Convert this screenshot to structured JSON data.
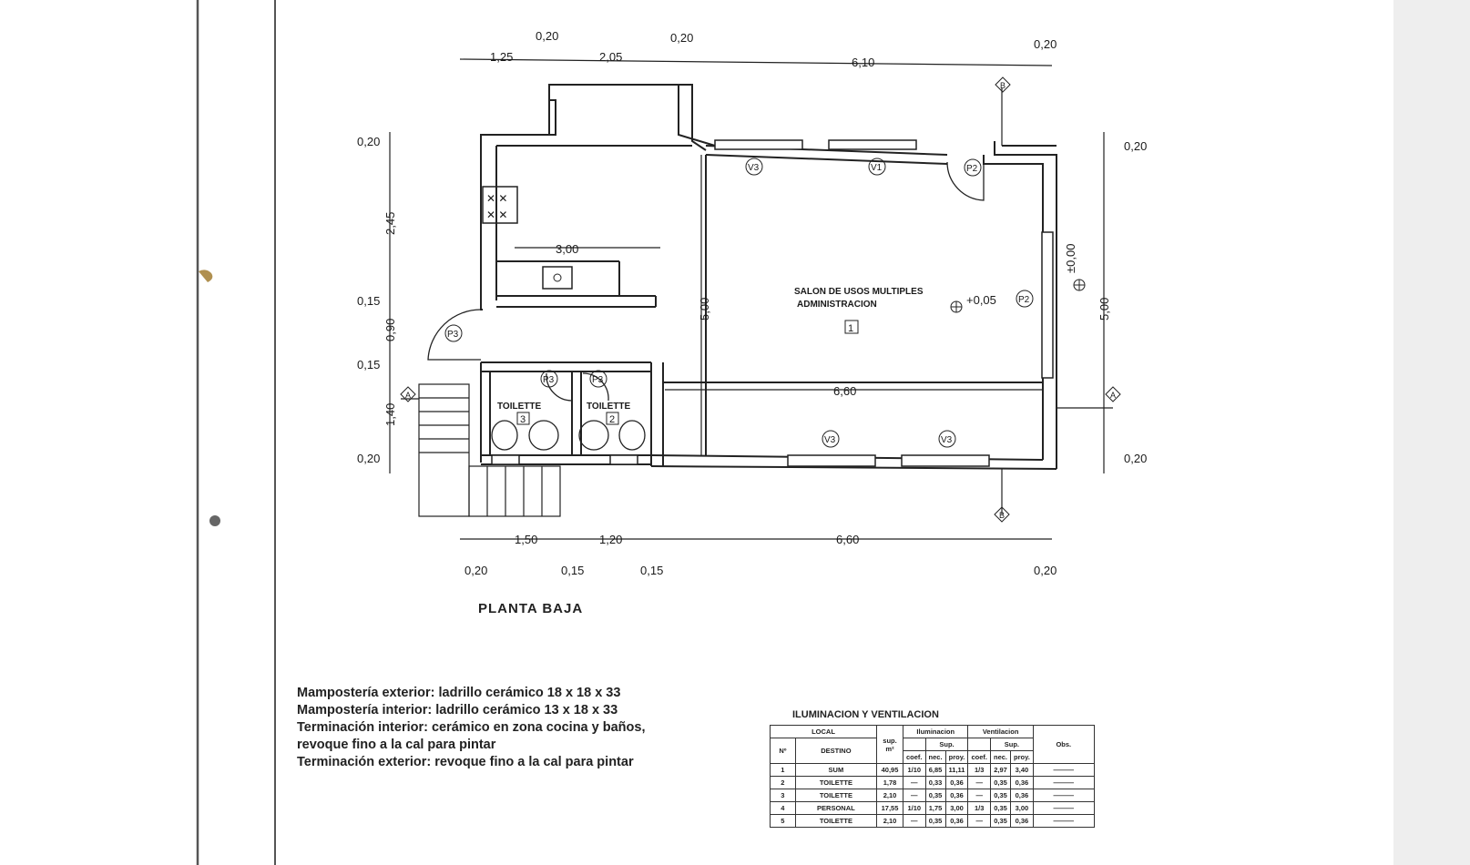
{
  "plan": {
    "title": "PLANTA BAJA",
    "room_label_line1": "SALON DE USOS MULTIPLES",
    "room_label_line2": "ADMINISTRACION",
    "room_number": "1",
    "toilet_label": "TOILETTE",
    "toilet_numbers": [
      "3",
      "2"
    ],
    "level_main": "+0,05",
    "level_exterior": "±0,00",
    "top_dims": [
      "1,25",
      "2,05",
      "6,10"
    ],
    "top_wall_dims": [
      "0,20",
      "0,20",
      "0,20"
    ],
    "bottom_dims": [
      "1,50",
      "1,20",
      "6,60"
    ],
    "bottom_wall_dims": [
      "0,20",
      "0,15",
      "0,15",
      "0,20"
    ],
    "left_dims": [
      "0,20",
      "2,45",
      "0,15",
      "0,90",
      "0,15",
      "1,40",
      "0,20"
    ],
    "right_dims": [
      "0,20",
      "5,00",
      "0,20"
    ],
    "interior_dims": [
      "3,00",
      "5,00",
      "6,60"
    ],
    "window_tags": [
      "V3",
      "V1",
      "V3",
      "V3"
    ],
    "door_tags": [
      "P2",
      "P3",
      "P2",
      "P3",
      "P3"
    ],
    "section_tags": [
      "B",
      "B",
      "A",
      "A"
    ]
  },
  "notes": {
    "lines": [
      "Mampostería exterior: ladrillo cerámico 18 x 18 x 33",
      "Mampostería interior: ladrillo cerámico 13 x 18 x 33",
      "Terminación interior: cerámico en zona cocina y baños,",
      "revoque fino a la cal para pintar",
      "Terminación exterior: revoque fino a la cal para pintar"
    ]
  },
  "table": {
    "title": "ILUMINACION Y VENTILACION",
    "header_local": "LOCAL",
    "header_nro": "Nº",
    "header_destino": "DESTINO",
    "header_sup": "sup.",
    "header_sup_unit": "m²",
    "header_ilum": "Iluminacion",
    "header_vent": "Ventilacion",
    "header_sup_sub": "Sup.",
    "header_coef": "coef.",
    "header_nec": "nec.",
    "header_proy": "proy.",
    "header_obs": "Obs.",
    "rows": [
      {
        "n": "1",
        "destino": "SUM",
        "sup": "40,95",
        "c1": "1/10",
        "nec1": "6,85",
        "proy1": "11,11",
        "c2": "1/3",
        "nec2": "2,97",
        "proy2": "3,40"
      },
      {
        "n": "2",
        "destino": "TOILETTE",
        "sup": "1,78",
        "c1": "—",
        "nec1": "0,33",
        "proy1": "0,36",
        "c2": "—",
        "nec2": "0,35",
        "proy2": "0,36"
      },
      {
        "n": "3",
        "destino": "TOILETTE",
        "sup": "2,10",
        "c1": "—",
        "nec1": "0,35",
        "proy1": "0,36",
        "c2": "—",
        "nec2": "0,35",
        "proy2": "0,36"
      },
      {
        "n": "4",
        "destino": "PERSONAL",
        "sup": "17,55",
        "c1": "1/10",
        "nec1": "1,75",
        "proy1": "3,00",
        "c2": "1/3",
        "nec2": "0,35",
        "proy2": "3,00"
      },
      {
        "n": "5",
        "destino": "TOILETTE",
        "sup": "2,10",
        "c1": "—",
        "nec1": "0,35",
        "proy1": "0,36",
        "c2": "—",
        "nec2": "0,35",
        "proy2": "0,36"
      }
    ]
  }
}
